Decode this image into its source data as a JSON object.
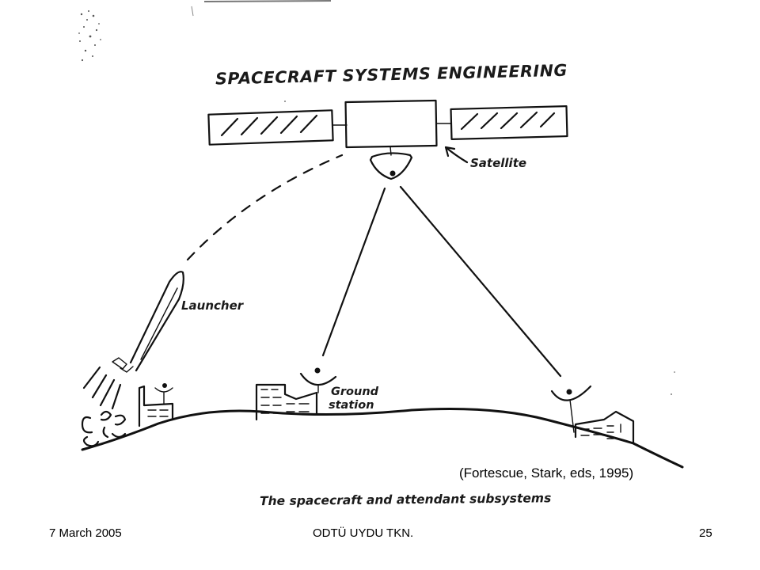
{
  "figure": {
    "title": "SPACECRAFT SYSTEMS ENGINEERING",
    "caption": "The spacecraft and attendant subsystems",
    "labels": {
      "satellite": "Satellite",
      "launcher": "Launcher",
      "ground_line1": "Ground",
      "ground_line2": "station"
    }
  },
  "citation": "(Fortescue, Stark, eds, 1995)",
  "footer": {
    "date": "7 March 2005",
    "center": "ODTÜ UYDU TKN.",
    "page": "25"
  }
}
